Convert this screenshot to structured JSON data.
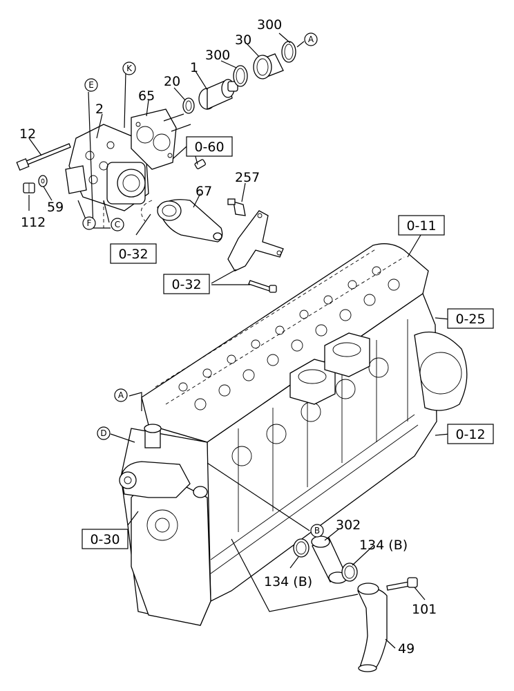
{
  "part_numbers": {
    "p300a": "300",
    "p30": "30",
    "p300b": "300",
    "p1": "1",
    "p20": "20",
    "p65": "65",
    "p2": "2",
    "p12": "12",
    "p59": "59",
    "p112": "112",
    "p257": "257",
    "p67": "67",
    "p302": "302",
    "p134a": "134 (B)",
    "p134b": "134 (B)",
    "p101": "101",
    "p49": "49"
  },
  "reference_boxes": {
    "r060": "0-60",
    "r032a": "0-32",
    "r032b": "0-32",
    "r011": "0-11",
    "r025": "0-25",
    "r012": "0-12",
    "r030": "0-30"
  },
  "circle_letters": {
    "a1": "A",
    "a2": "A",
    "b": "B",
    "c": "C",
    "d": "D",
    "e": "E",
    "f": "F",
    "k": "K"
  }
}
